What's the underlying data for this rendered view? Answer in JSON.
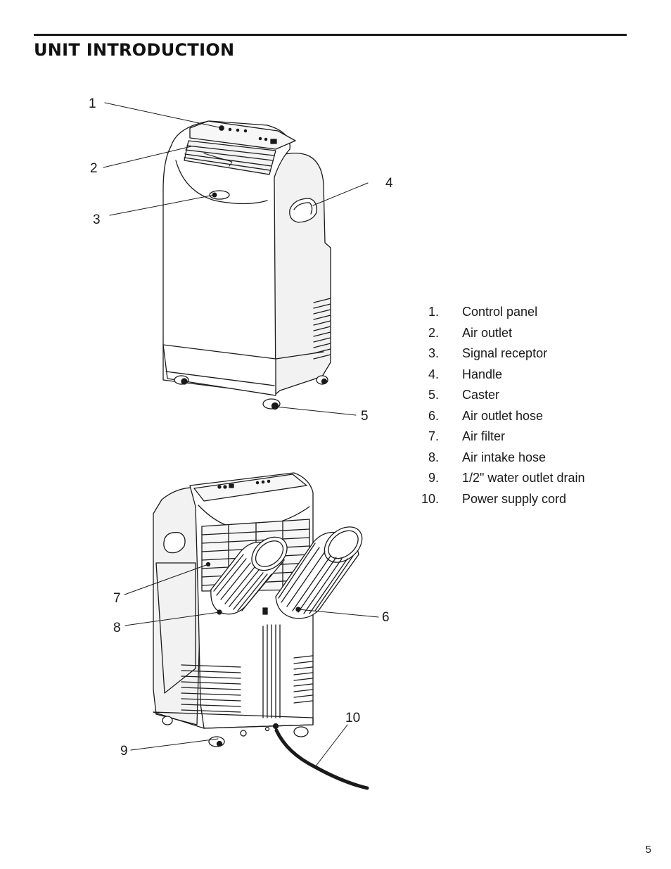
{
  "page": {
    "title": "UNIT INTRODUCTION",
    "page_number": "5"
  },
  "callouts": {
    "c1": "1",
    "c2": "2",
    "c3": "3",
    "c4": "4",
    "c5": "5",
    "c6": "6",
    "c7": "7",
    "c8": "8",
    "c9": "9",
    "c10": "10"
  },
  "parts": [
    {
      "num": "1.",
      "label": "Control panel"
    },
    {
      "num": "2.",
      "label": "Air outlet"
    },
    {
      "num": "3.",
      "label": "Signal receptor"
    },
    {
      "num": "4.",
      "label": "Handle"
    },
    {
      "num": "5.",
      "label": "Caster"
    },
    {
      "num": "6.",
      "label": "Air outlet hose"
    },
    {
      "num": "7.",
      "label": "Air filter"
    },
    {
      "num": "8.",
      "label": "Air intake hose"
    },
    {
      "num": "9.",
      "label": "1/2\" water outlet drain"
    },
    {
      "num": "10.",
      "label": "Power supply cord"
    }
  ],
  "colors": {
    "ink": "#1a1a1a",
    "body_shade": "#f2f2f2"
  }
}
